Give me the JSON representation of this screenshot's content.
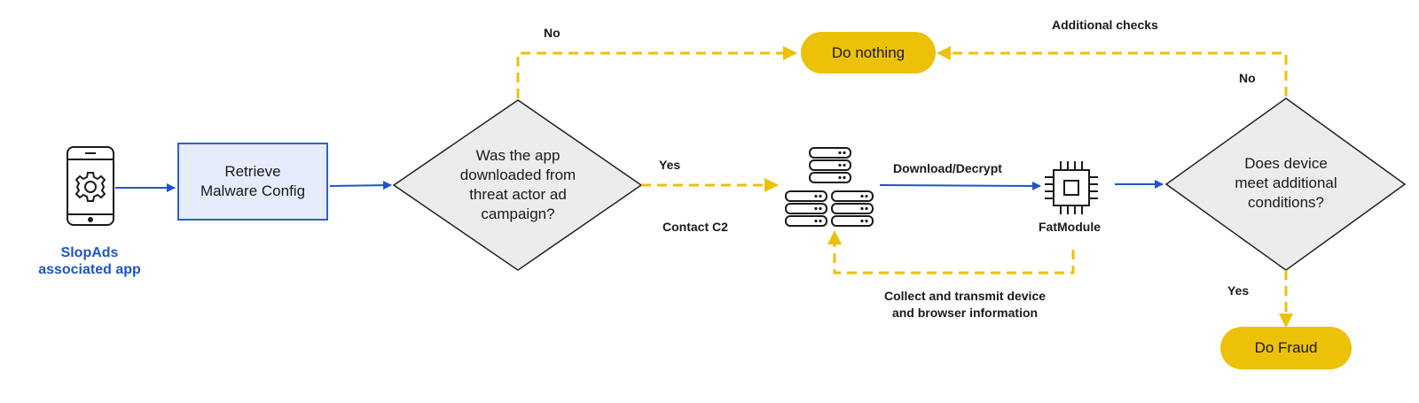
{
  "colors": {
    "blue": "#1d56c8",
    "yellow": "#ecc108",
    "box_fill": "#e6ecfb",
    "diamond_fill": "#ececec"
  },
  "icons": [
    "smartphone-gear-icon",
    "server-stack-icon",
    "chip-icon"
  ],
  "nodes": {
    "app": {
      "label_line1": "SlopAds",
      "label_line2": "associated app"
    },
    "retrieve": {
      "line1": "Retrieve",
      "line2": "Malware Config"
    },
    "decision1": {
      "line1": "Was the app",
      "line2": "downloaded from",
      "line3": "threat actor ad",
      "line4": "campaign?"
    },
    "do_nothing": {
      "label": "Do nothing"
    },
    "servers": {
      "label": "Contact C2"
    },
    "fatmodule": {
      "label": "FatModule"
    },
    "decision2": {
      "line1": "Does device",
      "line2": "meet additional",
      "line3": "conditions?"
    },
    "do_fraud": {
      "label": "Do Fraud"
    }
  },
  "edges": {
    "d1_no": "No",
    "d1_yes": "Yes",
    "download": "Download/Decrypt",
    "collect_line1": "Collect and transmit device",
    "collect_line2": "and browser information",
    "additional": "Additional checks",
    "d2_no": "No",
    "d2_yes": "Yes"
  }
}
